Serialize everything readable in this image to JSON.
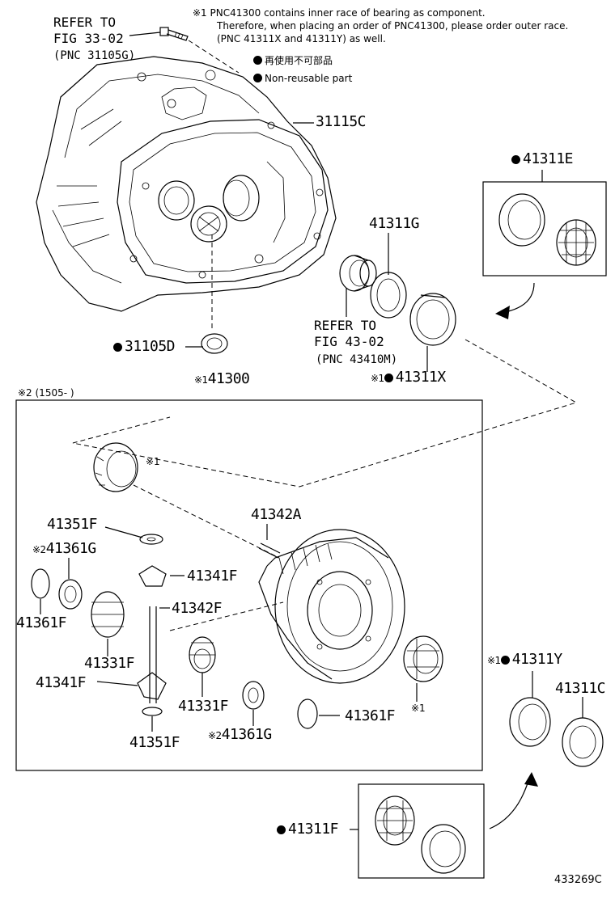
{
  "notes": {
    "line1": "※1 PNC41300 contains inner race of bearing as component.",
    "line2": "Therefore, when placing an order of PNC41300, please order outer race.",
    "line3": "(PNC 41311X and 41311Y) as well.",
    "legend_jp": "再使用不可部品",
    "legend_en": "Non-reusable part"
  },
  "refs": {
    "fig33": {
      "l1": "REFER TO",
      "l2": "FIG 33-02",
      "l3": "(PNC 31105G)"
    },
    "fig43": {
      "l1": "REFER TO",
      "l2": "FIG 43-02",
      "l3": "(PNC 43410M)"
    }
  },
  "parts": {
    "p31115C": "31115C",
    "p31105D": "31105D",
    "p41311E": "41311E",
    "p41311G": "41311G",
    "p41311X": "41311X",
    "p41311X_mark": "※1",
    "p41300": "41300",
    "p41300_mark": "※1",
    "box_note": "※2 (1505-    )",
    "p41351F_top": "41351F",
    "p41361G_left": "41361G",
    "p41361G_left_mark": "※2",
    "p41361F_left": "41361F",
    "p41331F_left": "41331F",
    "p41341F_left": "41341F",
    "p41351F_bottom": "41351F",
    "p41342A": "41342A",
    "p41341F_mid": "41341F",
    "p41342F": "41342F",
    "p41331F_mid": "41331F",
    "p41361G_mid": "41361G",
    "p41361G_mid_mark": "※2",
    "p41361F_right": "41361F",
    "mark_bearing_top": "※1",
    "mark_bearing_right": "※1",
    "p41311Y": "41311Y",
    "p41311Y_mark": "※1",
    "p41311C": "41311C",
    "p41311F": "41311F"
  },
  "figure_id": "433269C"
}
